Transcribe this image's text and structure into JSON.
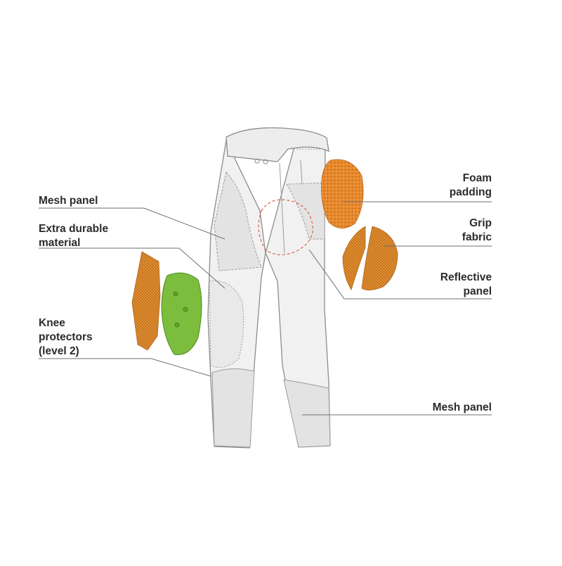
{
  "labels": {
    "mesh_panel_upper": {
      "lines": [
        "Mesh panel"
      ]
    },
    "extra_durable": {
      "lines": [
        "Extra durable",
        "material"
      ]
    },
    "knee_protectors": {
      "lines": [
        "Knee",
        "protectors",
        "(level 2)"
      ]
    },
    "foam_padding": {
      "lines": [
        "Foam",
        "padding"
      ]
    },
    "grip_fabric": {
      "lines": [
        "Grip",
        "fabric"
      ]
    },
    "reflective_panel": {
      "lines": [
        "Reflective",
        "panel"
      ]
    },
    "mesh_panel_lower": {
      "lines": [
        "Mesh panel"
      ]
    }
  },
  "colors": {
    "outline": "#8c8c8c",
    "pants_fill": "#f1f1f1",
    "mesh_fill": "#e3e3e3",
    "foam_orange": "#e88a2c",
    "grip_orange": "#e7922e",
    "knee_green": "#7cbd3e",
    "reflective_red": "#e0604a",
    "leader_line": "#6f6f6f",
    "text": "#2b2b2b"
  }
}
